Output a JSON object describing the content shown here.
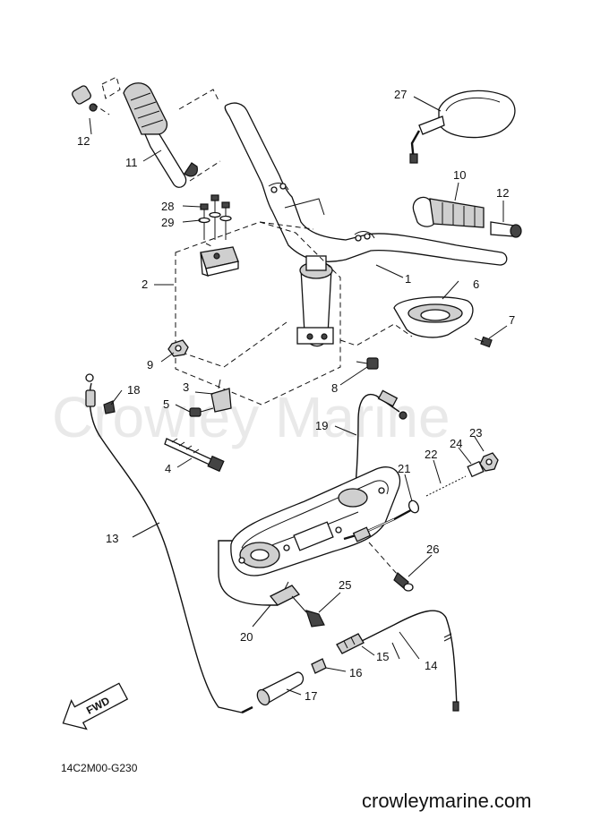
{
  "watermark": "Crowley Marine",
  "diagram_code": "14C2M00-G230",
  "website": "crowleymarine.com",
  "fwd_label": "FWD",
  "callouts": [
    "1",
    "2",
    "3",
    "4",
    "5",
    "6",
    "7",
    "8",
    "9",
    "10",
    "11",
    "12",
    "12",
    "13",
    "14",
    "14",
    "15",
    "16",
    "17",
    "18",
    "19",
    "20",
    "21",
    "22",
    "23",
    "24",
    "25",
    "26",
    "27",
    "28",
    "29"
  ]
}
